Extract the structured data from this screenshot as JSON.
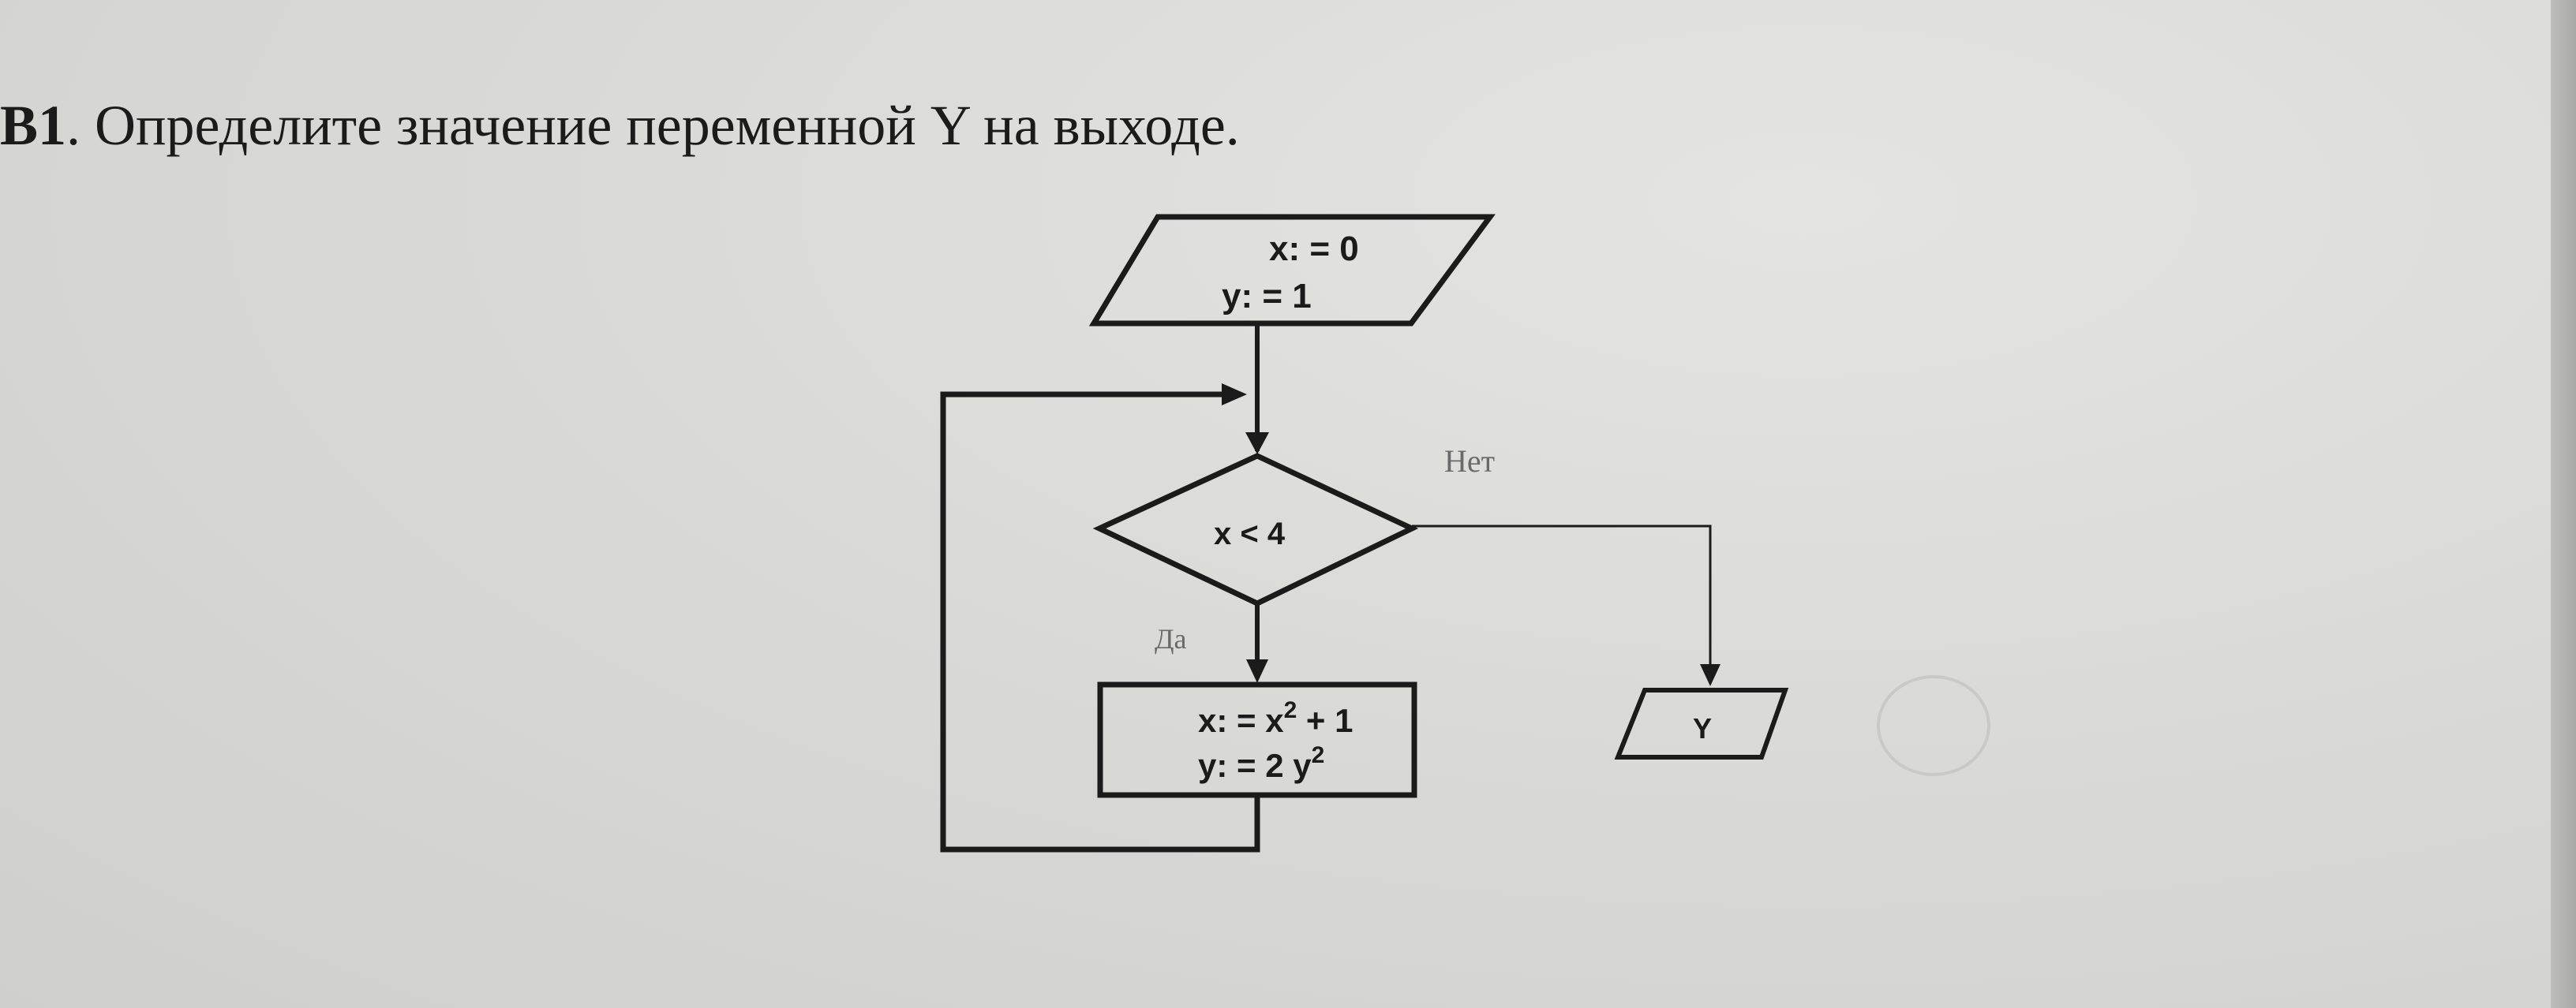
{
  "question": {
    "number": "B1",
    "text": ". Определите значение переменной  Y  на выходе."
  },
  "flowchart": {
    "input_line1": "x: = 0",
    "input_line2": "y: = 1",
    "condition": "x < 4",
    "branch_no": "Нет",
    "branch_yes": "Да",
    "process_x_prefix": "x: = x",
    "process_x_sup": "2",
    "process_x_suffix": " + 1",
    "process_y_prefix": "y: = 2 y",
    "process_y_sup": "2",
    "output": "Y"
  },
  "colors": {
    "ink": "#1b1b1b",
    "paper": "#d6d6d3"
  }
}
